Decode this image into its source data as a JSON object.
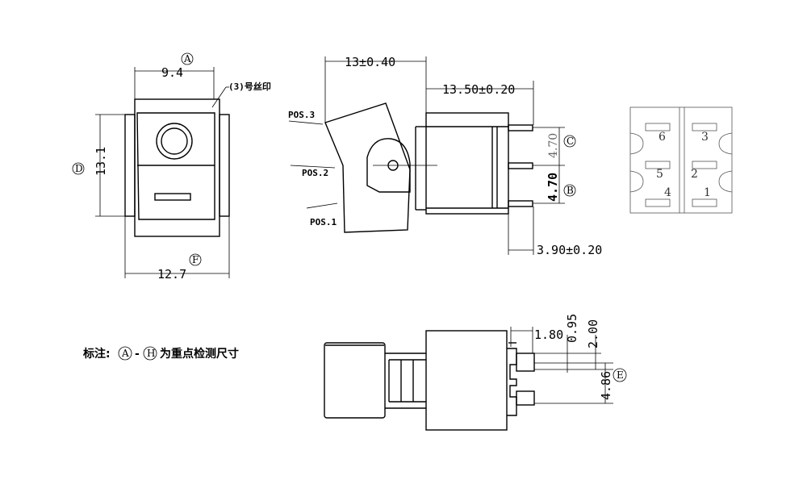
{
  "front_view": {
    "width_top": "9.4",
    "height": "13.1",
    "width_bottom": "12.7",
    "label_a": "A",
    "label_d": "D",
    "label_f": "F",
    "silkscreen_note": "(3)号丝印"
  },
  "side_view": {
    "dim_top_left": "13±0.40",
    "dim_top_right": "13.50±0.20",
    "dim_bottom": "3.90±0.20",
    "dim_pin_upper": "4.70",
    "dim_pin_lower": "4.70",
    "label_c": "C",
    "label_b": "B",
    "pos3": "POS.3",
    "pos2": "POS.2",
    "pos1": "POS.1"
  },
  "bottom_view": {
    "pins": [
      "6",
      "3",
      "5",
      "2",
      "4",
      "1"
    ]
  },
  "lower_view": {
    "dim_a": "1.80",
    "dim_b": "0.95",
    "dim_c": "2.00",
    "dim_d": "4.86",
    "label_e": "E"
  },
  "note": {
    "prefix": "标注:",
    "circ_a": "A",
    "dash": "-",
    "circ_h": "H",
    "suffix": "为重点检测尺寸"
  }
}
